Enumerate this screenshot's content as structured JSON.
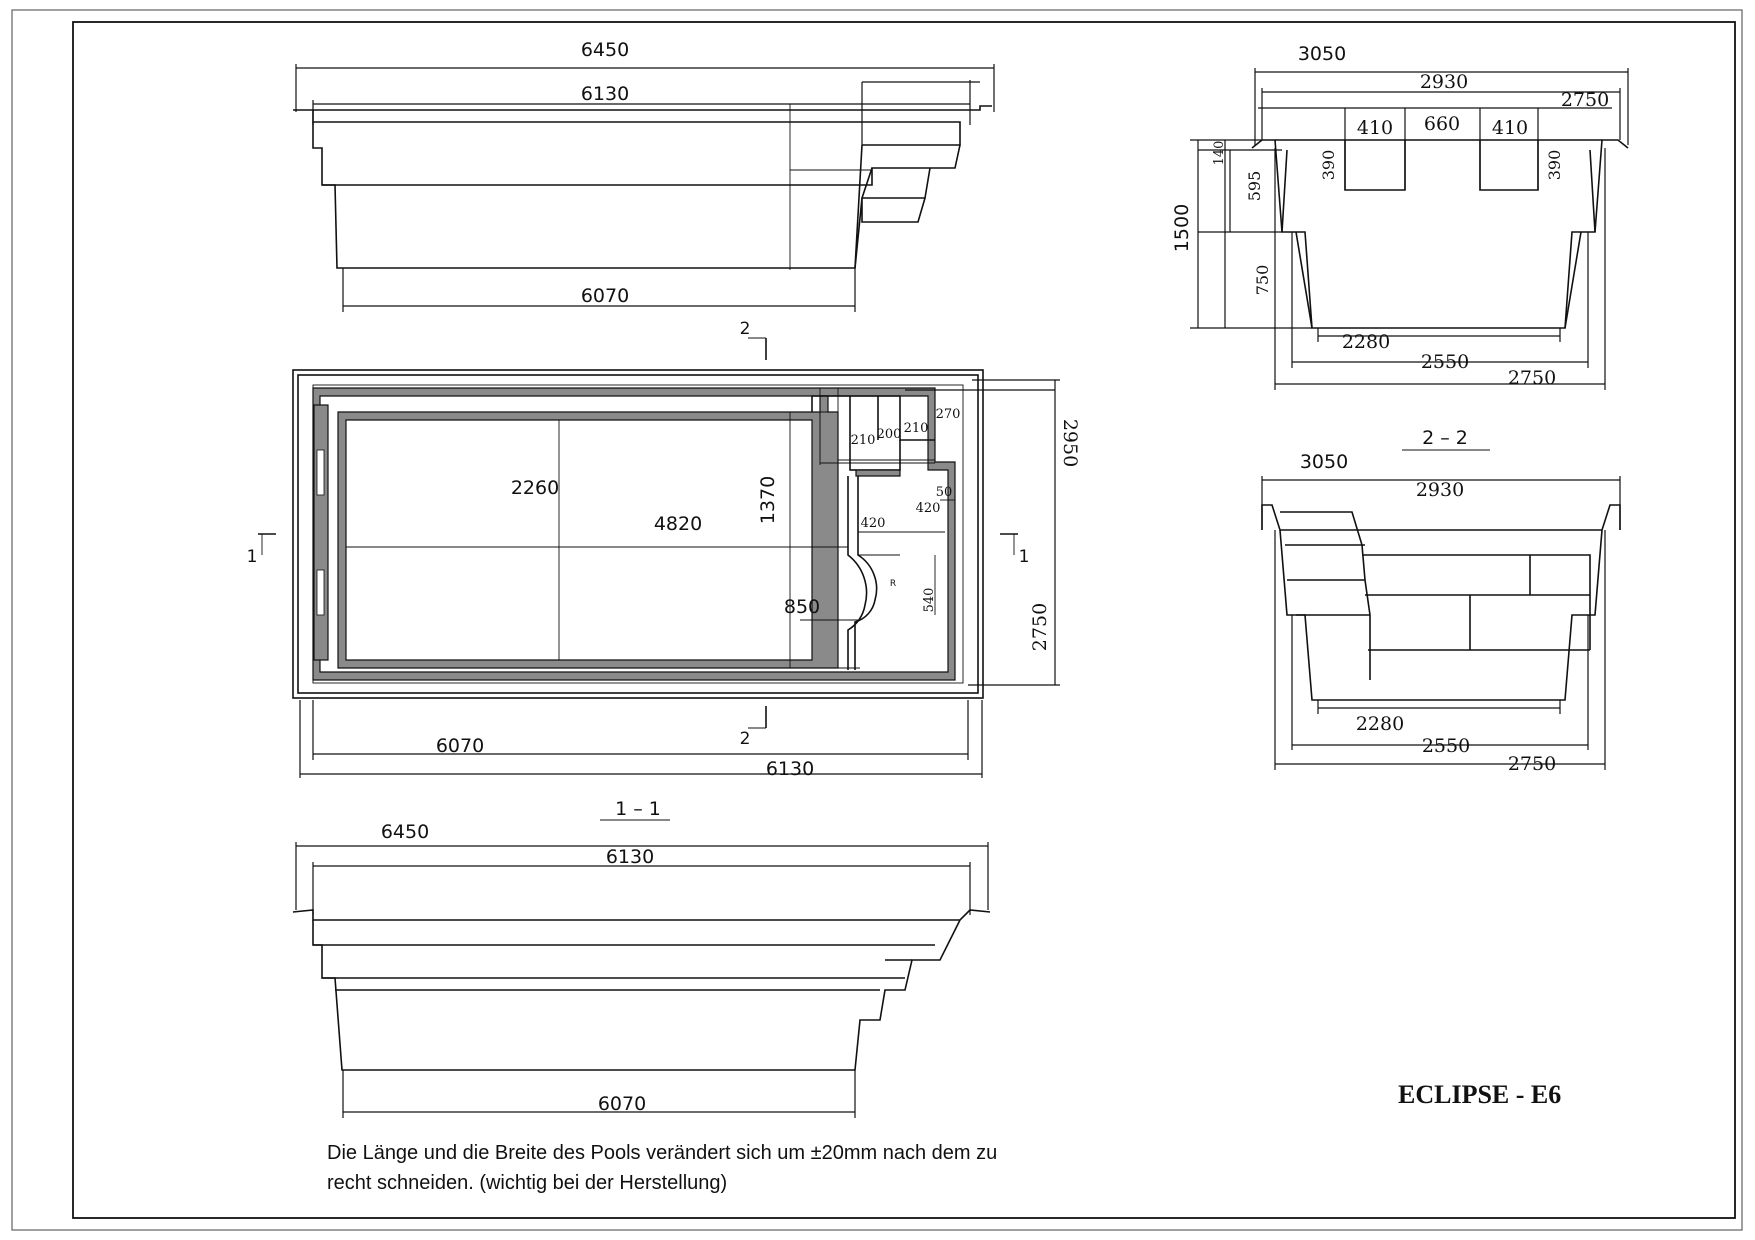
{
  "drawing": {
    "title": "ECLIPSE  - E6",
    "note_line1": "Die Länge und die Breite des Pools verändert sich um ±20mm nach dem zu",
    "note_line2": "recht schneiden. (wichtig bei der Herstellung)"
  },
  "views": {
    "top_elevation": {
      "d_6450": "6450",
      "d_6130": "6130",
      "d_6070": "6070"
    },
    "plan": {
      "cut_2": "2",
      "cut_1": "1",
      "d_2260": "2260",
      "d_4820": "4820",
      "d_1370": "1370",
      "d_850": "850",
      "d_210a": "210",
      "d_200": "200",
      "d_210b": "210",
      "d_270": "270",
      "d_50": "50",
      "d_420a": "420",
      "d_420b": "420",
      "d_540": "540",
      "d_r": "R",
      "d_2950": "2950",
      "d_2750": "2750",
      "d_6070": "6070",
      "d_6130": "6130"
    },
    "section_1_1": {
      "label": "1 – 1",
      "d_6450": "6450",
      "d_6130": "6130",
      "d_6070": "6070"
    },
    "end_elevation": {
      "d_3050": "3050",
      "d_2930": "2930",
      "d_2750_top": "2750",
      "d_410a": "410",
      "d_660": "660",
      "d_410b": "410",
      "d_390a": "390",
      "d_390b": "390",
      "d_140": "140",
      "d_595": "595",
      "d_1500": "1500",
      "d_750": "750",
      "d_2280": "2280",
      "d_2550": "2550",
      "d_2750": "2750"
    },
    "section_2_2": {
      "label": "2 – 2",
      "d_3050": "3050",
      "d_2930": "2930",
      "d_2280": "2280",
      "d_2550": "2550",
      "d_2750": "2750"
    }
  }
}
